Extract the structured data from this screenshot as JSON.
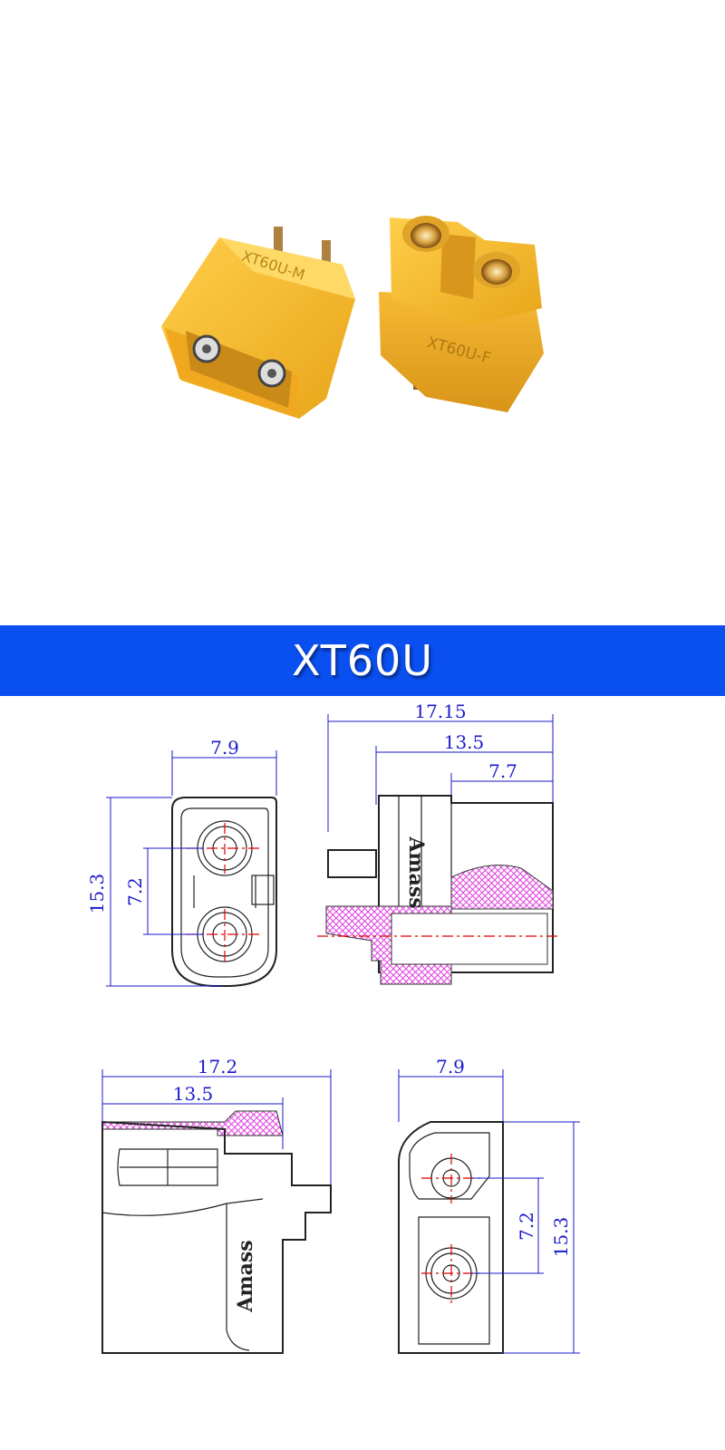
{
  "photo": {
    "male_marking": "XT60U-M",
    "female_marking": "XT60U-F"
  },
  "banner": {
    "title": "XT60U"
  },
  "drawings": {
    "front_top": {
      "width": "7.9",
      "height": "15.3",
      "pitch": "7.2"
    },
    "side_top": {
      "overall": "17.15",
      "body": "13.5",
      "housing": "7.7",
      "brand": "Amass"
    },
    "side_bottom": {
      "overall": "17.2",
      "body": "13.5",
      "brand": "Amass"
    },
    "front_bottom": {
      "width": "7.9",
      "height": "15.3",
      "pitch": "7.2"
    }
  },
  "colors": {
    "banner": "#0a4ff0",
    "housing": "#f4b400",
    "dimension": "#1a1acc",
    "centerline": "#e00000",
    "hatch": "#e040e0"
  }
}
